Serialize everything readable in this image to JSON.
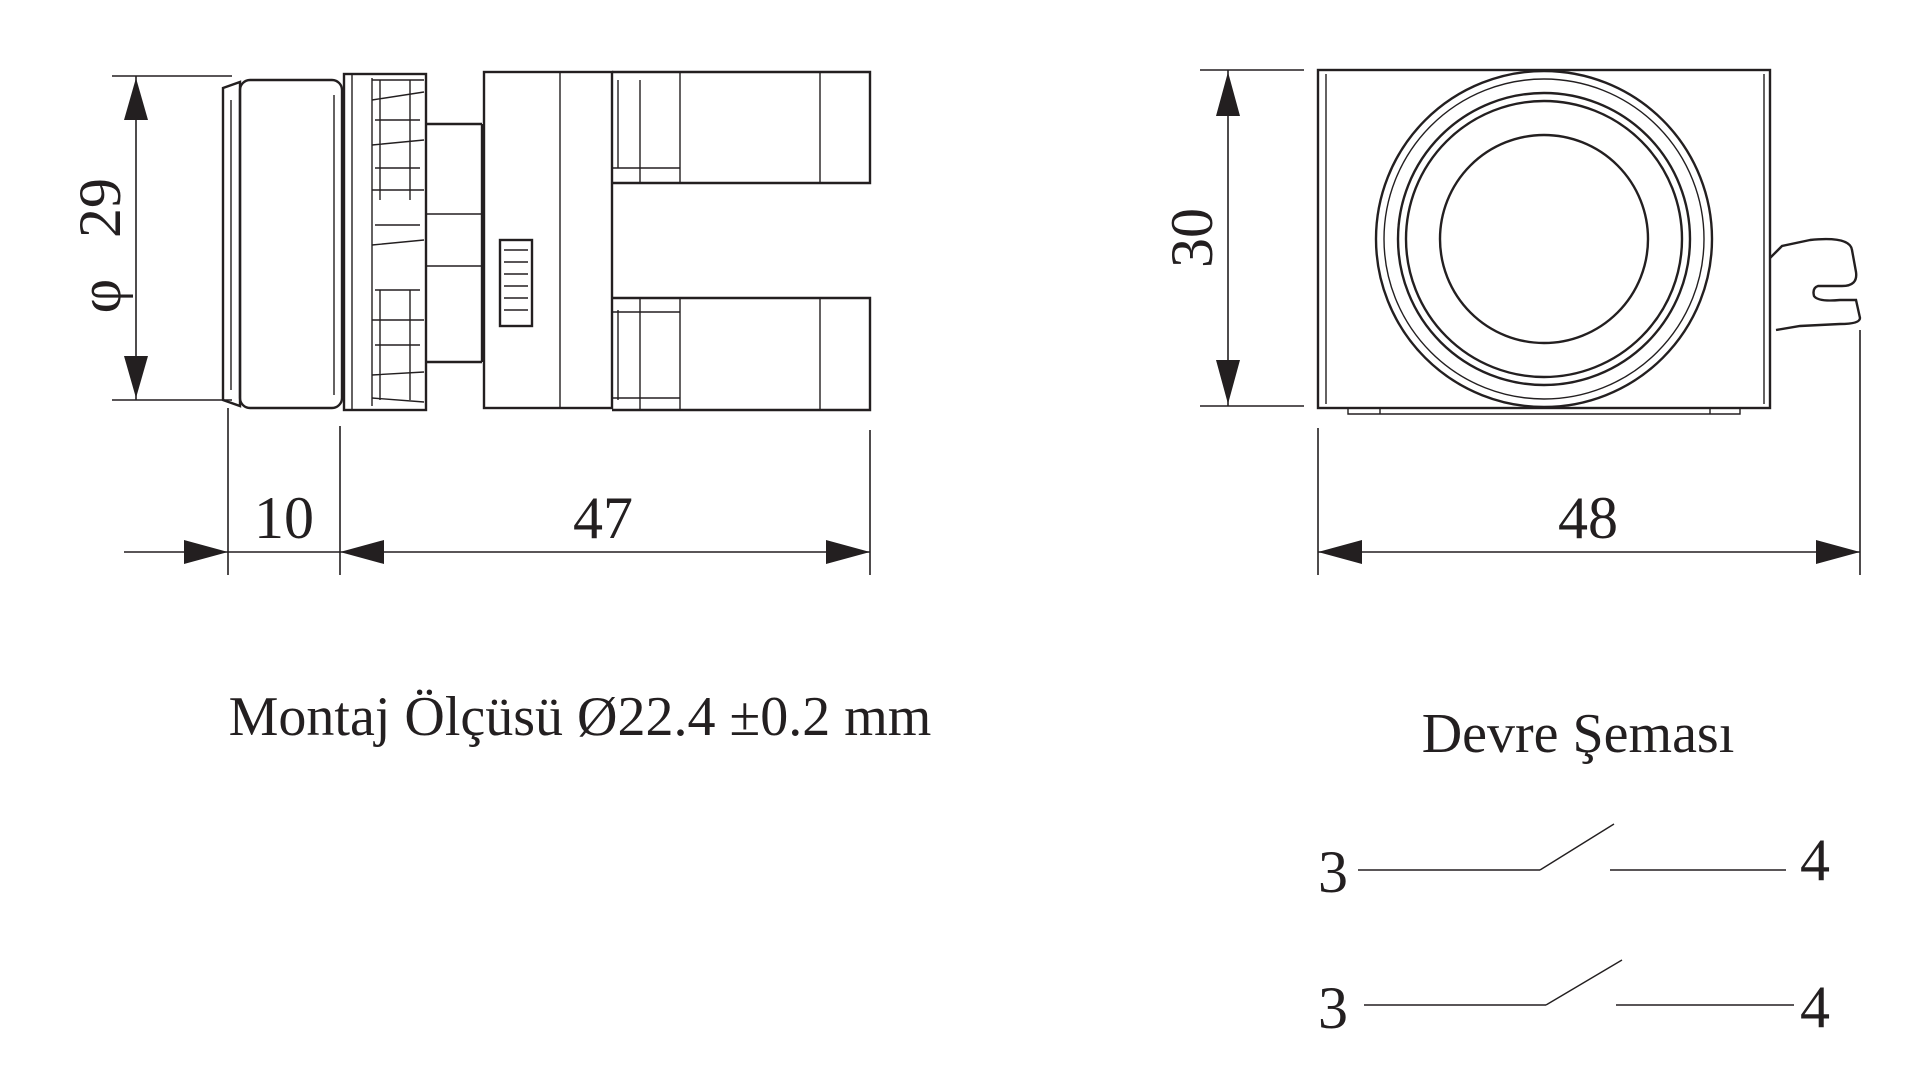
{
  "dimensions": {
    "diameter": "29",
    "diameter_symbol": "φ",
    "length_head": "10",
    "length_body": "47",
    "height": "30",
    "width": "48"
  },
  "captions": {
    "mounting": "Montaj Ölçüsü Ø22.4 ±0.2 mm",
    "circuit": "Devre Şeması"
  },
  "circuit": {
    "contact_1": {
      "left": "3",
      "right": "4"
    },
    "contact_2": {
      "left": "3",
      "right": "4"
    }
  },
  "colors": {
    "line": "#231f20",
    "background": "#ffffff"
  }
}
